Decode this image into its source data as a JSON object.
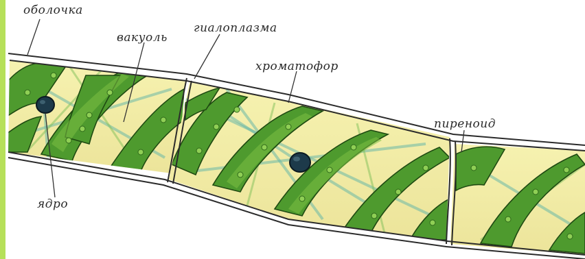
{
  "labels": {
    "shell": "оболочка",
    "vacuole": "вакуоль",
    "hyaloplasm": "гиалоплазма",
    "chromatophore": "хроматофор",
    "pyrenoid": "пиреноид",
    "nucleus": "ядро"
  },
  "colors": {
    "cytoplasm": "#f3eea0",
    "chromatophore": "#4e9a2e",
    "strands": "#69b8a8",
    "nucleus": "#1d3a4a",
    "accent_bar": "#b6e05a"
  }
}
